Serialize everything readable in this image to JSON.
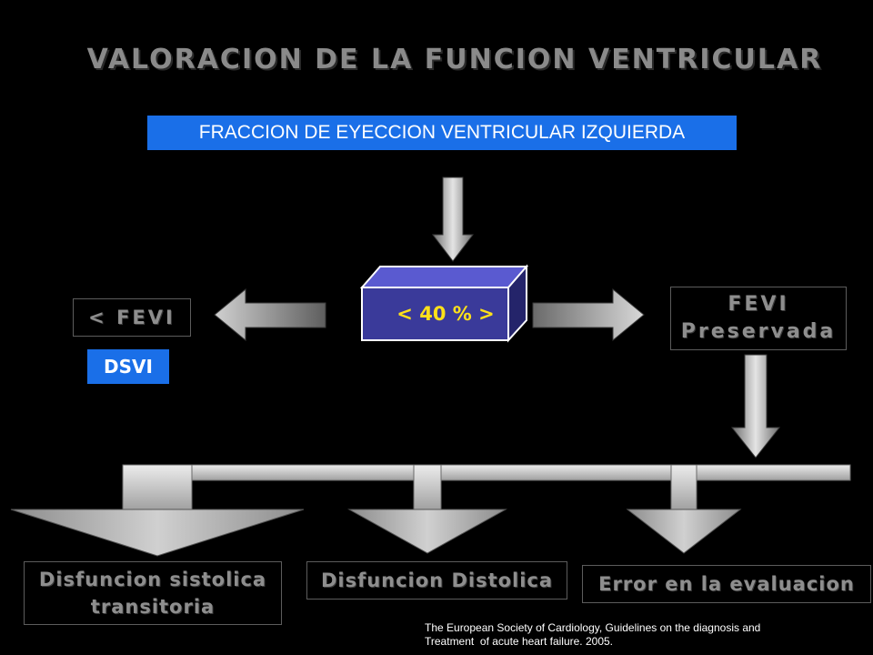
{
  "title": "VALORACION DE LA FUNCION VENTRICULAR",
  "subtitle": "FRACCION DE EYECCION VENTRICULAR IZQUIERDA",
  "center_box": "< 40 % >",
  "left_label": "< FEVI",
  "left_badge": "DSVI",
  "right_label": {
    "line1": "FEVI",
    "line2": "Preservada"
  },
  "outcomes": {
    "systolic": {
      "line1": "Disfuncion sistolica",
      "line2": "transitoria"
    },
    "diastolic": "Disfuncion Distolica",
    "error": "Error en la evaluacion"
  },
  "reference": {
    "line1": "The European Society of Cardiology, Guidelines on the diagnosis and",
    "line2": "Treatment  of acute heart failure. 2005."
  },
  "colors": {
    "background": "#000000",
    "blue_box": "#1a6fe8",
    "center_box_fill": "#3a3a9a",
    "center_text": "#ffe11a",
    "arrow_gray": "#a8a8a8"
  }
}
